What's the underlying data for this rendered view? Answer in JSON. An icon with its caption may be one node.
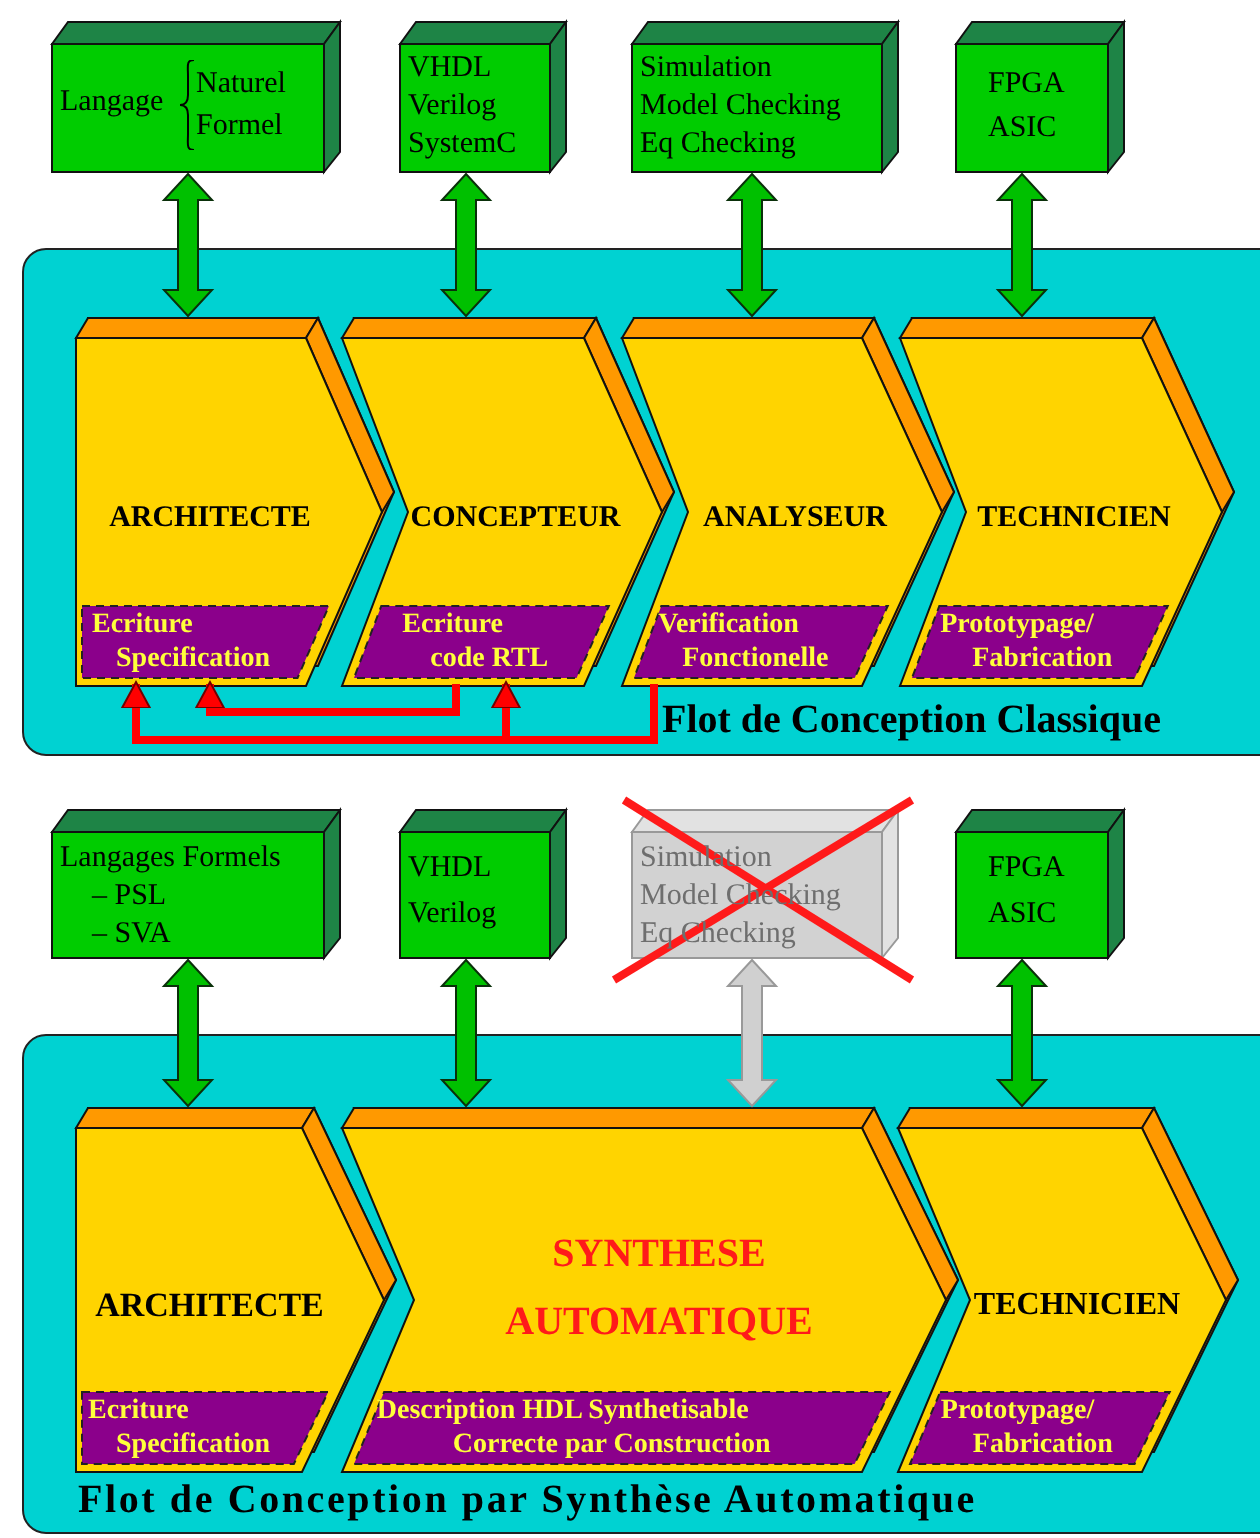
{
  "diagram": {
    "nodes": [
      {
        "text": [
          "Flot de Conception Classique"
        ]
      },
      {
        "text": [
          "Langage",
          "Naturel",
          "Formel"
        ]
      },
      {
        "text": [
          "VHDL",
          "Verilog",
          "SystemC"
        ]
      },
      {
        "text": [
          "Simulation",
          "Model Checking",
          "Eq Checking"
        ]
      },
      {
        "text": [
          "FPGA",
          "ASIC"
        ]
      },
      {
        "text": [
          "ARCHITECTE"
        ],
        "in": 0
      },
      {
        "text": [
          "Ecriture Specification"
        ],
        "in": 5
      },
      {
        "text": [
          "CONCEPTEUR"
        ],
        "in": 0
      },
      {
        "text": [
          "Ecriture code RTL"
        ],
        "in": 7
      },
      {
        "text": [
          "ANALYSEUR"
        ],
        "in": 0
      },
      {
        "text": [
          "Verification Fonctionelle"
        ],
        "in": 9
      },
      {
        "text": [
          "TECHNICIEN"
        ],
        "in": 0
      },
      {
        "text": [
          "Prototypage/ Fabrication"
        ],
        "in": 11
      },
      {
        "text": [
          "Flot de Conception par Synthèse Automatique"
        ]
      },
      {
        "text": [
          "Langages Formels",
          "– PSL",
          "– SVA"
        ]
      },
      {
        "text": [
          "VHDL",
          "Verilog"
        ]
      },
      {
        "text": [
          "Simulation",
          "Model Checking",
          "Eq Checking"
        ]
      },
      {
        "text": [
          "FPGA",
          "ASIC"
        ]
      },
      {
        "text": [
          "ARCHITECTE"
        ],
        "in": 13
      },
      {
        "text": [
          "Ecriture Specification"
        ],
        "in": 18
      },
      {
        "text": [
          "SYNTHESE AUTOMATIQUE"
        ],
        "in": 13
      },
      {
        "text": [
          "Description HDL Synthetisable Correcte par Construction"
        ],
        "in": 20
      },
      {
        "text": [
          "TECHNICIEN"
        ],
        "in": 13
      },
      {
        "text": [
          "Prototypage/ Fabrication"
        ],
        "in": 22
      }
    ],
    "edges": [
      {
        "from": 1,
        "to": 5,
        "arrow": "both"
      },
      {
        "from": 2,
        "to": 7,
        "arrow": "both"
      },
      {
        "from": 3,
        "to": 9,
        "arrow": "both"
      },
      {
        "from": 4,
        "to": 11,
        "arrow": "both"
      },
      {
        "from": 7,
        "to": 5,
        "arrow": "to",
        "color": "#ff0000"
      },
      {
        "from": 9,
        "to": 5,
        "arrow": "to",
        "color": "#ff0000"
      },
      {
        "from": 9,
        "to": 7,
        "arrow": "to",
        "color": "#ff0000"
      },
      {
        "from": 14,
        "to": 18,
        "arrow": "both"
      },
      {
        "from": 15,
        "to": 20,
        "arrow": "both"
      },
      {
        "from": 16,
        "to": 20,
        "arrow": "both",
        "color": "#d0d0d0"
      },
      {
        "from": 17,
        "to": 22,
        "arrow": "both"
      }
    ]
  }
}
